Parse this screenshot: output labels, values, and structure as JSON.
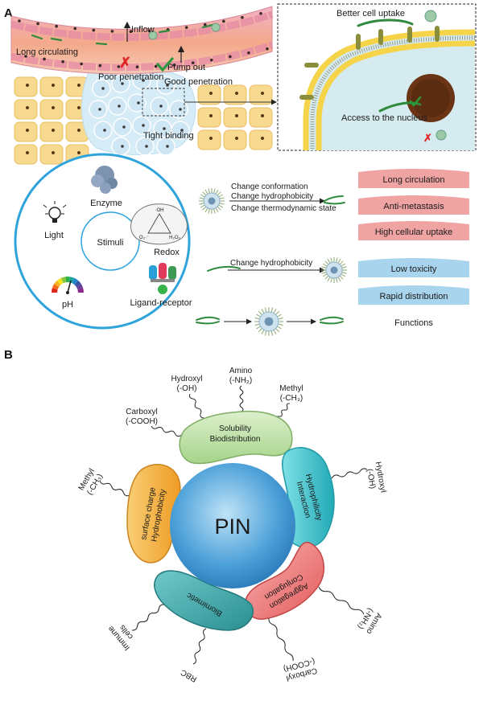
{
  "panel_a": {
    "letter": "A",
    "vessel": {
      "inflow": "Inflow",
      "long_circulating": "Long circulating",
      "pump_out": "Pump out",
      "poor_penetration": "Poor penetration",
      "good_penetration": "Good penetration",
      "tight_binding": "Tight binding"
    },
    "cell_zoom": {
      "better_uptake": "Better cell uptake",
      "nucleus_access": "Access to the nucleus"
    },
    "stimuli": {
      "center": "Stimuli",
      "enzyme": "Enzyme",
      "light": "Light",
      "redox": "Redox",
      "ph": "pH",
      "ligand": "Ligand-receptor",
      "redox_oh": "·OH",
      "redox_o2": "O₂·⁻",
      "redox_h2o2": "H₂O₂"
    },
    "transitions": {
      "row1": [
        "Change conformation",
        "Change hydrophobicity",
        "Change thermodynamic state"
      ],
      "row2": "Change hydrophobicity"
    },
    "functions": {
      "red": [
        "Long circulation",
        "Anti-metastasis",
        "High cellular uptake"
      ],
      "blue": [
        "Low toxicity",
        "Rapid distribution"
      ],
      "caption": "Functions",
      "red_color": "#f0a3a3",
      "blue_color": "#a9d4ee"
    }
  },
  "panel_b": {
    "letter": "B",
    "core": "PIN",
    "lobes": {
      "top": [
        "Solubility",
        "Biodistribution"
      ],
      "right": [
        "Hydrophilicity",
        "Interaction"
      ],
      "bottom_right": [
        "Aggregation",
        "Conjugation"
      ],
      "bottom_left": [
        "Biomimetic"
      ],
      "left": [
        "surface charge",
        "Hydrophobicity"
      ]
    },
    "groups": {
      "hydroxyl_top": [
        "Hydroxyl",
        "(-OH)"
      ],
      "amino_top": [
        "Amino",
        "(-NH₂)"
      ],
      "methyl_top": [
        "Methyl",
        "(-CH₃)"
      ],
      "carboxyl_top": [
        "Carboxyl",
        "(-COOH)"
      ],
      "methyl_left": [
        "Methyl",
        "(-CH₃)"
      ],
      "hydroxyl_right": [
        "Hydroxyl",
        "(-OH)"
      ],
      "amino_right": [
        "Amino",
        "(-NH₂)"
      ],
      "carboxyl_bottom": [
        "Carboxyl",
        "(-COOH)"
      ],
      "rbc": [
        "RBC"
      ],
      "immune": [
        "Immune",
        "cells"
      ]
    },
    "colors": {
      "core": "#4a9fd8",
      "top": "#bfe0a8",
      "right": "#3fc6d0",
      "bottom_right": "#ef7d7d",
      "bottom_left": "#3aa8aa",
      "left": "#f4b03c"
    }
  }
}
